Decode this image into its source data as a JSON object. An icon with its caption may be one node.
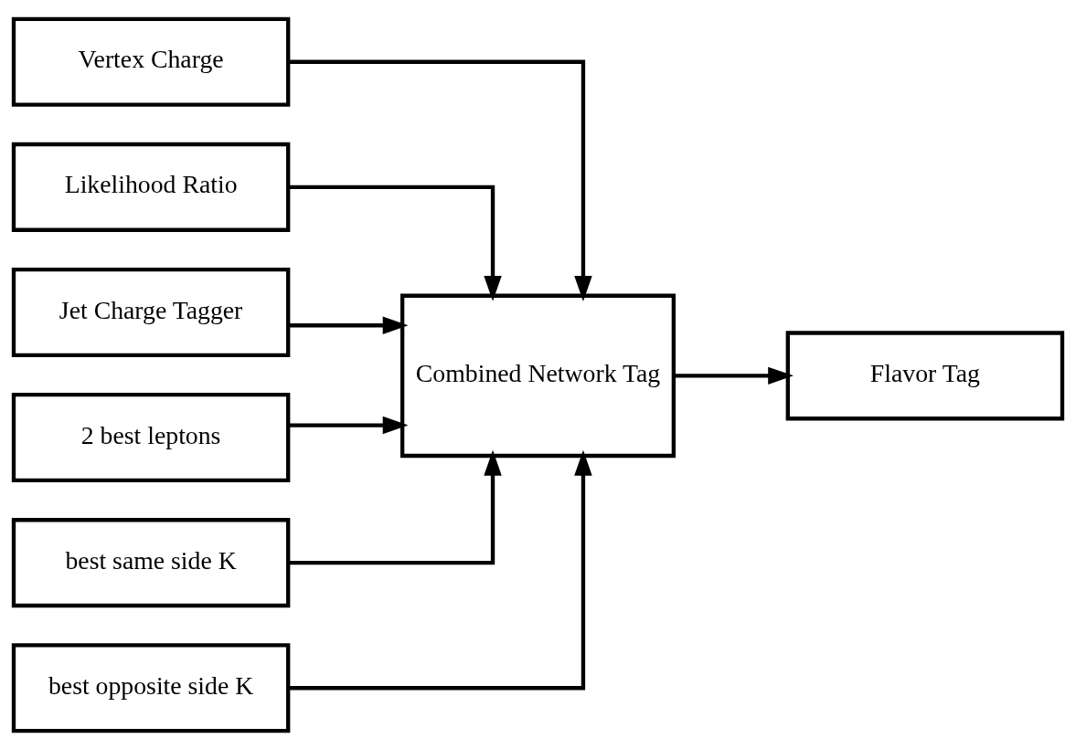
{
  "diagram": {
    "nodes": [
      {
        "text": [
          "Vertex Charge"
        ]
      },
      {
        "text": [
          "Likelihood Ratio"
        ]
      },
      {
        "text": [
          "Jet Charge Tagger"
        ]
      },
      {
        "text": [
          "2 best leptons"
        ]
      },
      {
        "text": [
          "best same side K"
        ]
      },
      {
        "text": [
          "best opposite side K"
        ]
      },
      {
        "text": [
          "Combined Network Tag"
        ]
      },
      {
        "text": [
          "Flavor Tag"
        ]
      }
    ],
    "edges": [
      {
        "from": 0,
        "to": 6,
        "arrow": "to"
      },
      {
        "from": 1,
        "to": 6,
        "arrow": "to"
      },
      {
        "from": 2,
        "to": 6,
        "arrow": "to"
      },
      {
        "from": 3,
        "to": 6,
        "arrow": "to"
      },
      {
        "from": 4,
        "to": 6,
        "arrow": "to"
      },
      {
        "from": 5,
        "to": 6,
        "arrow": "to"
      },
      {
        "from": 6,
        "to": 7,
        "arrow": "to"
      }
    ]
  }
}
